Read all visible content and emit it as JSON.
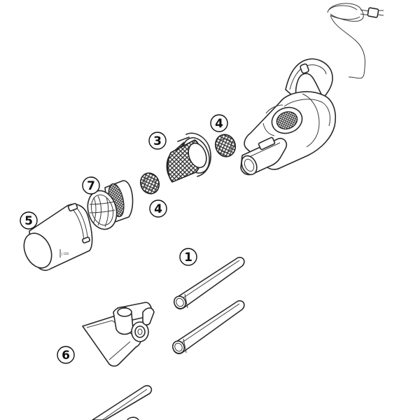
{
  "diagram": {
    "callouts": [
      {
        "id": "c1",
        "label": "1"
      },
      {
        "id": "c3",
        "label": "3"
      },
      {
        "id": "c4a",
        "label": "4"
      },
      {
        "id": "c4b",
        "label": "4"
      },
      {
        "id": "c5",
        "label": "5"
      },
      {
        "id": "c6",
        "label": "6"
      },
      {
        "id": "c7",
        "label": "7"
      }
    ],
    "canister_text": "J 100"
  },
  "colors": {
    "line": "#2a2a2a",
    "background": "#ffffff",
    "mesh_fill": "#4a4a4a"
  }
}
